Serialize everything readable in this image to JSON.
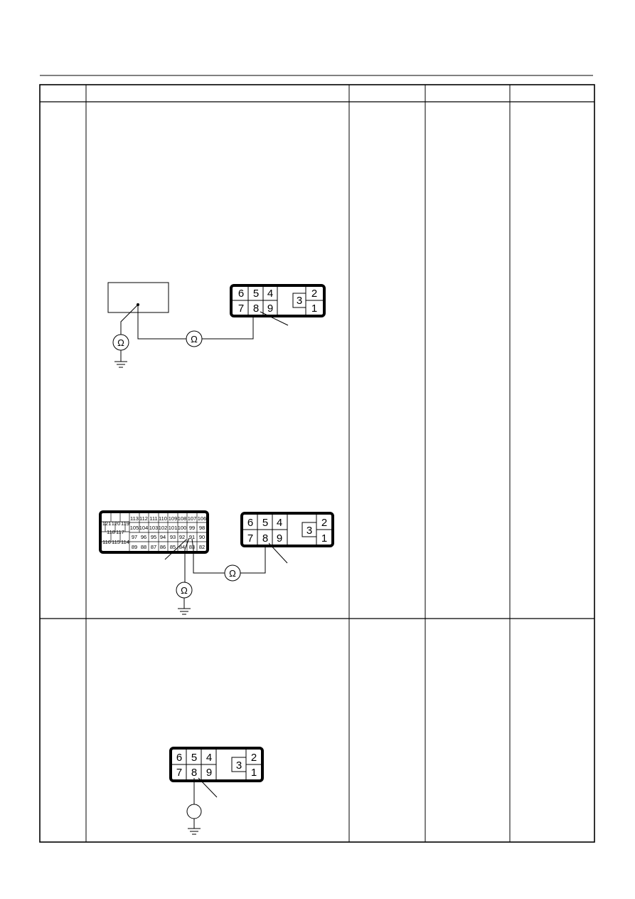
{
  "table": {
    "columns": [
      "",
      "",
      "",
      "",
      ""
    ]
  },
  "connector": {
    "top_pins": [
      "6",
      "5",
      "4"
    ],
    "bottom_pins": [
      "7",
      "8",
      "9"
    ],
    "center_pin": "3",
    "right_top_pin": "2",
    "right_bottom_pin": "1"
  },
  "ecm_connector": {
    "row1": [
      "113",
      "112",
      "111",
      "110",
      "109",
      "108",
      "107",
      "106"
    ],
    "row1_left": [
      "121",
      "120",
      "119"
    ],
    "row2": [
      "105",
      "104",
      "103",
      "102",
      "101",
      "100",
      "99",
      "98"
    ],
    "row2_left": [
      "118",
      "117"
    ],
    "row3": [
      "97",
      "96",
      "95",
      "94",
      "93",
      "92",
      "91",
      "90"
    ],
    "row3_left": [
      "116",
      "115",
      "114"
    ],
    "row4": [
      "89",
      "88",
      "87",
      "86",
      "85",
      "84",
      "83",
      "82"
    ]
  },
  "meter": {
    "ohm_symbol": "Ω"
  }
}
